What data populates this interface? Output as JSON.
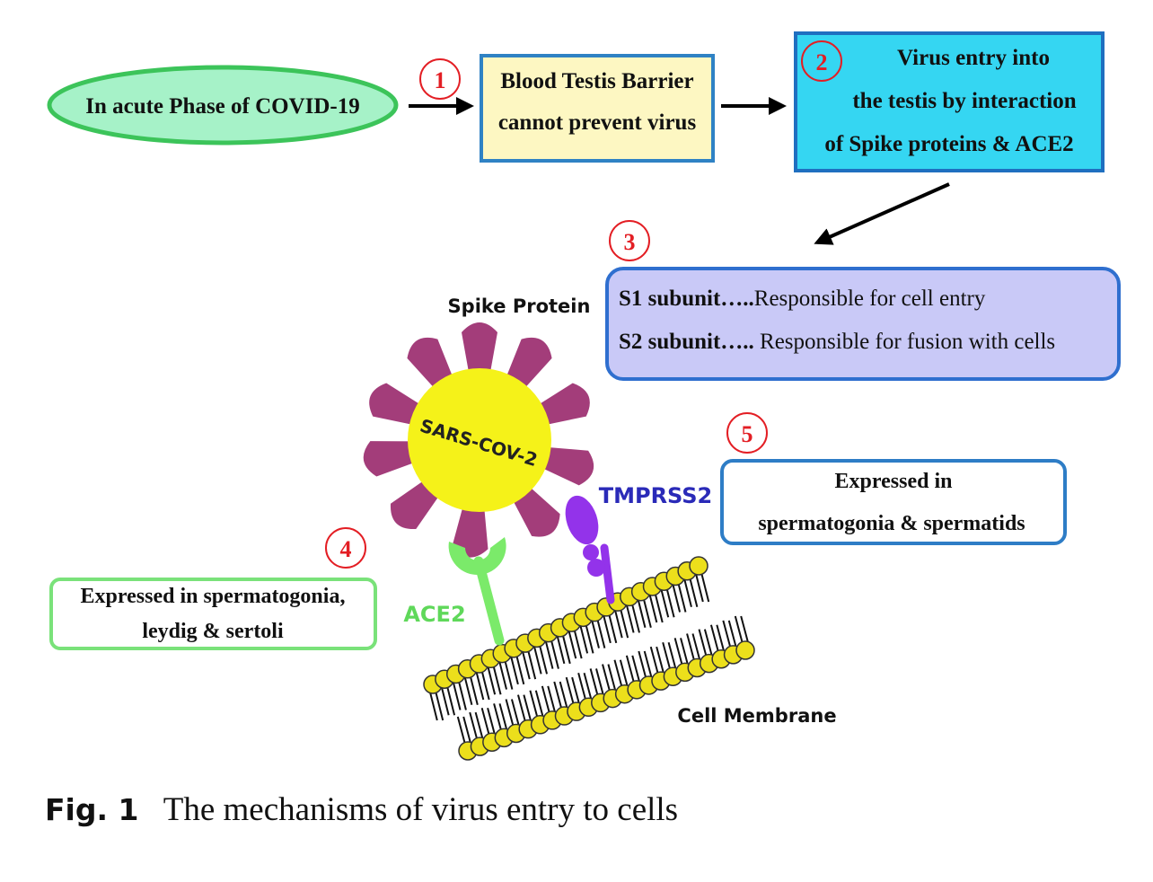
{
  "nodes": {
    "acute_phase": "In acute Phase of COVID-19",
    "btb": [
      "Blood Testis Barrier",
      "cannot prevent virus"
    ],
    "virus_entry": [
      "Virus entry into",
      "the testis by interaction",
      "of Spike proteins & ACE2"
    ],
    "subunits": [
      {
        "bold": "S1 subunit…..",
        "text": "Responsible for cell entry"
      },
      {
        "bold": "S2 subunit…..",
        "text": " Responsible for fusion with cells"
      }
    ],
    "tmprss2_expr": [
      "Expressed in",
      "spermatogonia & spermatids"
    ],
    "ace2_expr": [
      "Expressed in spermatogonia,",
      "leydig & sertoli"
    ]
  },
  "steps": [
    "1",
    "2",
    "3",
    "4",
    "5"
  ],
  "labels": {
    "spike_protein": "Spike Protein",
    "virus": "SARS-COV-2",
    "tmprss2": "TMPRSS2",
    "ace2": "ACE2",
    "cell_membrane": "Cell Membrane"
  },
  "caption": {
    "fig": "Fig. 1",
    "text": "The mechanisms of virus entry to cells"
  },
  "colors": {
    "acute_fill": "#a6f2c8",
    "acute_stroke": "#3cc45a",
    "btb_fill": "#fdf7c2",
    "btb_stroke": "#2f82c4",
    "entry_fill": "#35d6f2",
    "entry_stroke": "#1f6fc0",
    "subunit_fill": "#c9c9f7",
    "subunit_stroke": "#2f6fcf",
    "step_circle": "#e31e24",
    "spike": "#a33d7a",
    "virus_body": "#f5f219",
    "tmprss2_protein": "#9333ea",
    "tmprss2_label": "#2a2ab8",
    "ace2": "#7bea6a",
    "ace2_label": "#5fd85a",
    "lipid_head": "#ecdf1b",
    "tmprss2_box_stroke": "#2e7dc6",
    "ace2_box_stroke": "#7ae27a"
  }
}
